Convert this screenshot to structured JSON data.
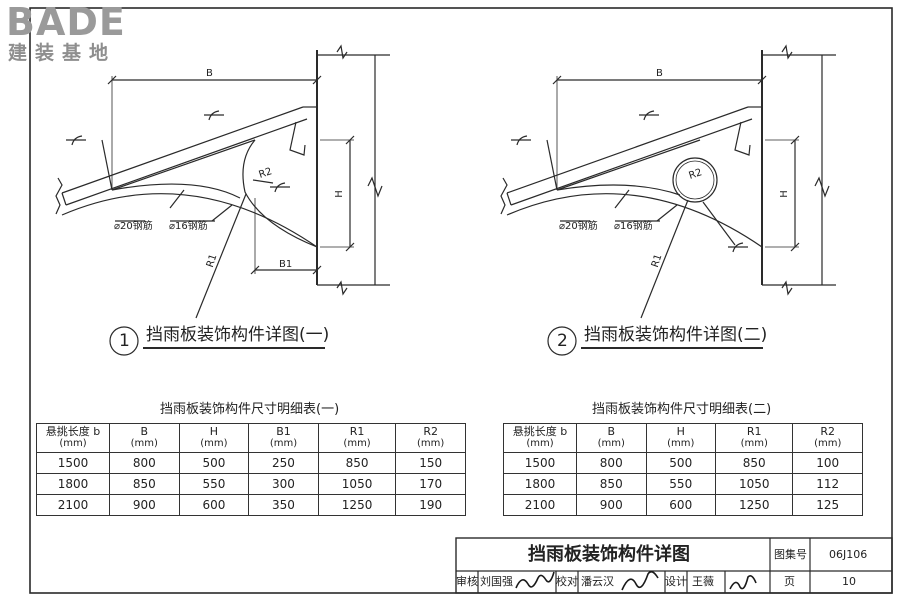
{
  "logo": {
    "brand": "BADE",
    "subtitle": "建装基地"
  },
  "details": [
    {
      "number": "1",
      "title": "挡雨板装饰构件详图(一)",
      "labels": {
        "B": "B",
        "H": "H",
        "B1": "B1",
        "R1": "R1",
        "R2": "R2",
        "rebar20": "⌀20钢筋",
        "rebar16": "⌀16钢筋"
      }
    },
    {
      "number": "2",
      "title": "挡雨板装饰构件详图(二)",
      "labels": {
        "B": "B",
        "H": "H",
        "R1": "R1",
        "R2": "R2",
        "rebar20": "⌀20钢筋",
        "rebar16": "⌀16钢筋"
      }
    }
  ],
  "tables": [
    {
      "title": "挡雨板装饰构件尺寸明细表(一)",
      "columns": [
        {
          "name": "悬挑长度 b",
          "unit": "(mm)"
        },
        {
          "name": "B",
          "unit": "(mm)"
        },
        {
          "name": "H",
          "unit": "(mm)"
        },
        {
          "name": "B1",
          "unit": "(mm)"
        },
        {
          "name": "R1",
          "unit": "(mm)"
        },
        {
          "name": "R2",
          "unit": "(mm)"
        }
      ],
      "rows": [
        [
          "1500",
          "800",
          "500",
          "250",
          "850",
          "150"
        ],
        [
          "1800",
          "850",
          "550",
          "300",
          "1050",
          "170"
        ],
        [
          "2100",
          "900",
          "600",
          "350",
          "1250",
          "190"
        ]
      ]
    },
    {
      "title": "挡雨板装饰构件尺寸明细表(二)",
      "columns": [
        {
          "name": "悬挑长度 b",
          "unit": "(mm)"
        },
        {
          "name": "B",
          "unit": "(mm)"
        },
        {
          "name": "H",
          "unit": "(mm)"
        },
        {
          "name": "R1",
          "unit": "(mm)"
        },
        {
          "name": "R2",
          "unit": "(mm)"
        }
      ],
      "rows": [
        [
          "1500",
          "800",
          "500",
          "850",
          "100"
        ],
        [
          "1800",
          "850",
          "550",
          "1050",
          "112"
        ],
        [
          "2100",
          "900",
          "600",
          "1250",
          "125"
        ]
      ]
    }
  ],
  "title_block": {
    "drawing_title": "挡雨板装饰构件详图",
    "atlas_label": "图集号",
    "atlas_number": "06J106",
    "review_label": "审核",
    "reviewer": "刘国强",
    "check_label": "校对",
    "checker": "潘云汉",
    "design_label": "设计",
    "designer": "王薇",
    "page_label": "页",
    "page_number": "10"
  }
}
